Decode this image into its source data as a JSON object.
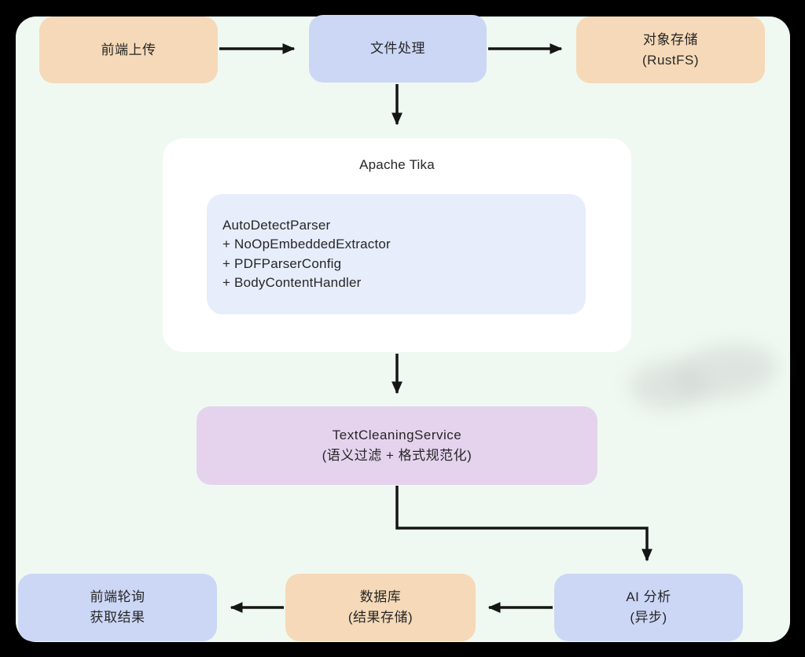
{
  "diagram": {
    "background_color": "#f0f9f1",
    "frame_color": "#000000",
    "arrow_color": "#151515",
    "node_colors": {
      "orange": "#f5d9b8",
      "blue": "#ccd7f6",
      "purple": "#e5d3ee",
      "lavender": "#e7edfb",
      "white": "#ffffff"
    },
    "nodes": {
      "frontend_upload": {
        "label": "前端上传",
        "color": "#f5d9b8"
      },
      "file_processing": {
        "label": "文件处理",
        "color": "#ccd7f6"
      },
      "object_storage": {
        "line1": "对象存储",
        "line2": "(RustFS)",
        "color": "#f5d9b8"
      },
      "tika": {
        "title": "Apache Tika",
        "container_color": "#ffffff",
        "inner_color": "#e7edfb",
        "config_lines": [
          "AutoDetectParser",
          "+ NoOpEmbeddedExtractor",
          "+ PDFParserConfig",
          "+ BodyContentHandler"
        ]
      },
      "text_cleaning": {
        "line1": "TextCleaningService",
        "line2": "(语义过滤 + 格式规范化)",
        "color": "#e5d3ee"
      },
      "ai_analysis": {
        "line1": "AI 分析",
        "line2": "(异步)",
        "color": "#ccd7f6"
      },
      "database": {
        "line1": "数据库",
        "line2": "(结果存储)",
        "color": "#f5d9b8"
      },
      "frontend_poll": {
        "line1": "前端轮询",
        "line2": "获取结果",
        "color": "#ccd7f6"
      }
    },
    "edges": [
      {
        "from": "frontend_upload",
        "to": "file_processing"
      },
      {
        "from": "file_processing",
        "to": "object_storage"
      },
      {
        "from": "file_processing",
        "to": "tika"
      },
      {
        "from": "tika",
        "to": "text_cleaning"
      },
      {
        "from": "text_cleaning",
        "to": "ai_analysis"
      },
      {
        "from": "ai_analysis",
        "to": "database"
      },
      {
        "from": "database",
        "to": "frontend_poll"
      }
    ]
  }
}
